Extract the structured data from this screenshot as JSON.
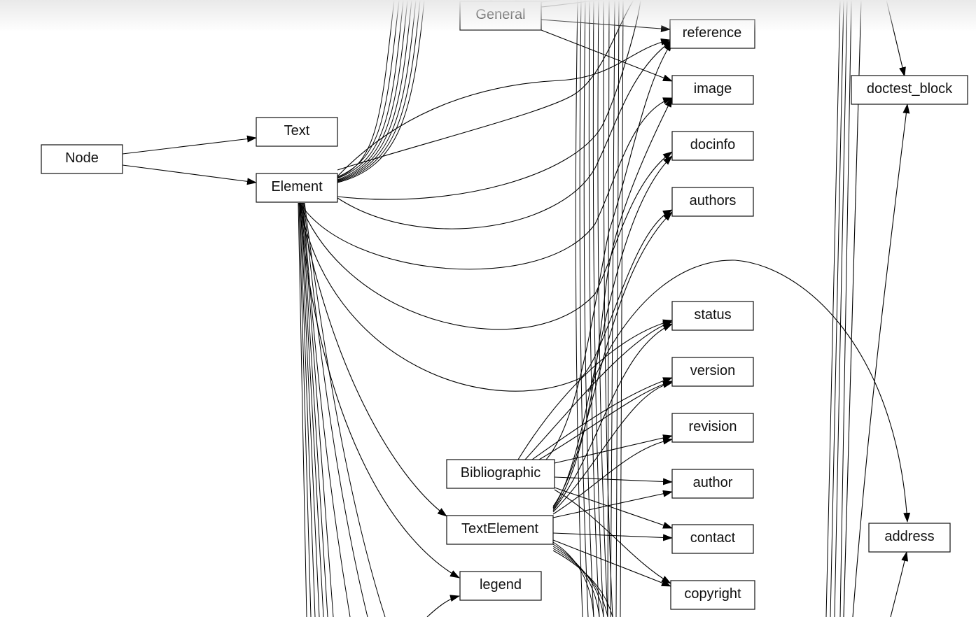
{
  "diagram": {
    "nodes": {
      "node": "Node",
      "text": "Text",
      "element": "Element",
      "general": "General",
      "reference": "reference",
      "image": "image",
      "docinfo": "docinfo",
      "authors": "authors",
      "status": "status",
      "version": "version",
      "revision": "revision",
      "author": "author",
      "contact": "contact",
      "copyright": "copyright",
      "bibliographic": "Bibliographic",
      "textelement": "TextElement",
      "legend": "legend",
      "doctest_block": "doctest_block",
      "address": "address"
    },
    "edges": [
      [
        "node",
        "text"
      ],
      [
        "node",
        "element"
      ],
      [
        "element",
        "textelement"
      ],
      [
        "element",
        "legend"
      ],
      [
        "element",
        "reference"
      ],
      [
        "element",
        "image"
      ],
      [
        "element",
        "docinfo"
      ],
      [
        "element",
        "authors"
      ],
      [
        "element",
        "status"
      ],
      [
        "element",
        "version"
      ],
      [
        "element",
        "revision"
      ],
      [
        "general",
        "reference"
      ],
      [
        "general",
        "image"
      ],
      [
        "bibliographic",
        "status"
      ],
      [
        "bibliographic",
        "version"
      ],
      [
        "bibliographic",
        "revision"
      ],
      [
        "bibliographic",
        "author"
      ],
      [
        "bibliographic",
        "contact"
      ],
      [
        "bibliographic",
        "copyright"
      ],
      [
        "textelement",
        "author"
      ],
      [
        "textelement",
        "contact"
      ],
      [
        "textelement",
        "copyright"
      ],
      [
        "textelement",
        "reference"
      ],
      [
        "textelement",
        "image"
      ],
      [
        "textelement",
        "docinfo"
      ],
      [
        "textelement",
        "authors"
      ],
      [
        "bibliographic",
        "address"
      ]
    ]
  }
}
